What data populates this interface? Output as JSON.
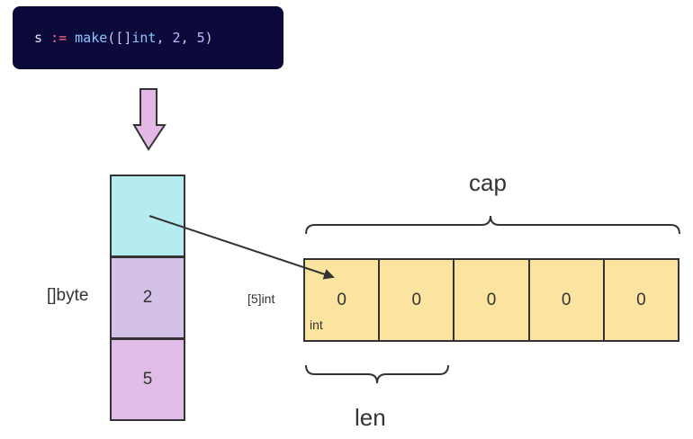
{
  "code": {
    "tokens": [
      {
        "text": "s",
        "kind": "ident"
      },
      {
        "text": " ",
        "kind": "ident"
      },
      {
        "text": ":=",
        "kind": "op"
      },
      {
        "text": " ",
        "kind": "ident"
      },
      {
        "text": "make",
        "kind": "fn"
      },
      {
        "text": "(",
        "kind": "punct"
      },
      {
        "text": "[]",
        "kind": "punct"
      },
      {
        "text": "int",
        "kind": "fn"
      },
      {
        "text": ", ",
        "kind": "punct"
      },
      {
        "text": "2",
        "kind": "num"
      },
      {
        "text": ", ",
        "kind": "punct"
      },
      {
        "text": "5",
        "kind": "num"
      },
      {
        "text": ")",
        "kind": "punct"
      }
    ]
  },
  "slice_header": {
    "type_label": "[]byte",
    "len_value": "2",
    "cap_value": "5"
  },
  "array": {
    "type_label": "[5]int",
    "element_type": "int",
    "values": [
      "0",
      "0",
      "0",
      "0",
      "0"
    ]
  },
  "labels": {
    "cap": "cap",
    "len": "len"
  },
  "colors": {
    "code_bg": "#0b0a3b",
    "pointer_cell": "#b6ecef",
    "len_cell": "#d3c1e8",
    "cap_cell": "#dfbde6",
    "array_cell": "#fbe4a0",
    "down_arrow": "#e3b8e6"
  }
}
